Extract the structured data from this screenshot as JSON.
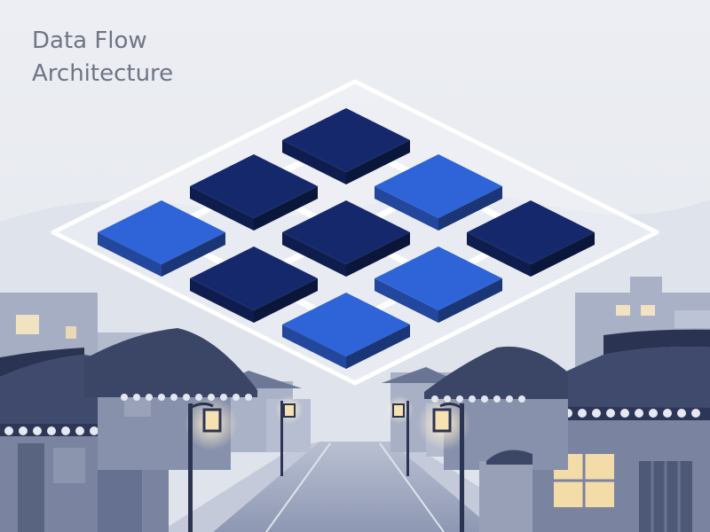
{
  "title": {
    "line1": "Data Flow",
    "line2": "Architecture"
  },
  "colors": {
    "background": "#e9ebf0",
    "tile_dark": "#14286b",
    "tile_blue": "#2f63d8",
    "platform_outline": "#ffffff",
    "street_building": "#5f6a8a",
    "lamp_glow": "#f5deb0"
  },
  "diagram": {
    "layout": "3x3 isometric grid with connectors",
    "tiles": [
      {
        "id": "r0c0",
        "color": "dark"
      },
      {
        "id": "r0c1",
        "color": "blue"
      },
      {
        "id": "r0c2",
        "color": "dark"
      },
      {
        "id": "r1c0",
        "color": "dark"
      },
      {
        "id": "r1c1",
        "color": "dark"
      },
      {
        "id": "r1c2",
        "color": "blue"
      },
      {
        "id": "r2c0",
        "color": "blue"
      },
      {
        "id": "r2c1",
        "color": "dark"
      },
      {
        "id": "r2c2",
        "color": "blue"
      }
    ]
  }
}
